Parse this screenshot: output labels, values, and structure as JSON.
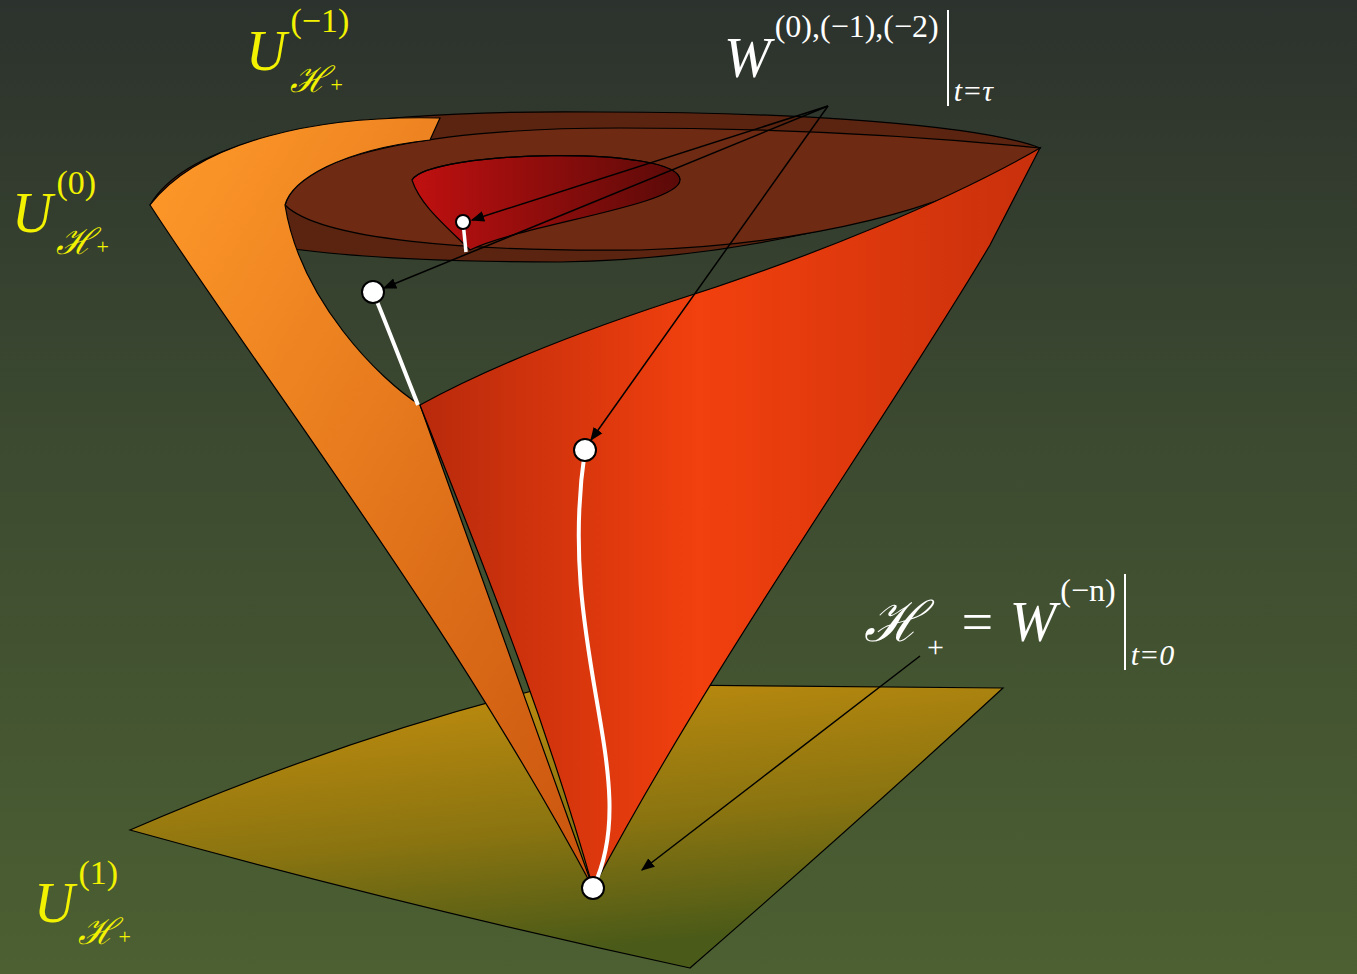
{
  "diagram": {
    "labels": [
      "U",
      "(−1)",
      "ℋ",
      "+",
      "U",
      "(0)",
      "ℋ",
      "+",
      "U",
      "(1)",
      "ℋ",
      "+",
      "W",
      "(0),(−1),(−2)",
      "t=τ",
      "ℋ",
      "+",
      "= W",
      "(−n)",
      "t=0"
    ]
  }
}
